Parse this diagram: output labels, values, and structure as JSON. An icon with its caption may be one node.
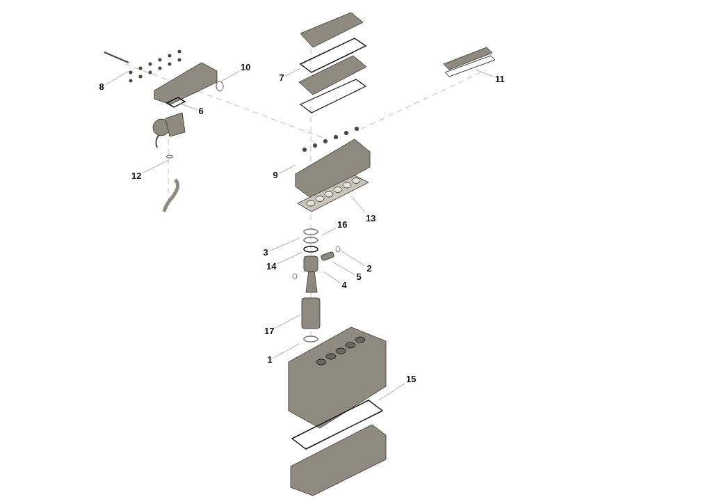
{
  "diagram": {
    "nodes": [
      {
        "text": [
          "10"
        ]
      },
      {
        "text": [
          "7"
        ]
      },
      {
        "text": [
          "11"
        ]
      },
      {
        "text": [
          "8"
        ]
      },
      {
        "text": [
          "6"
        ]
      },
      {
        "text": [
          "9"
        ]
      },
      {
        "text": [
          "12"
        ]
      },
      {
        "text": [
          "13"
        ]
      },
      {
        "text": [
          "16"
        ]
      },
      {
        "text": [
          "3"
        ]
      },
      {
        "text": [
          "14"
        ]
      },
      {
        "text": [
          "2"
        ]
      },
      {
        "text": [
          "5"
        ]
      },
      {
        "text": [
          "4"
        ]
      },
      {
        "text": [
          "17"
        ]
      },
      {
        "text": [
          "1"
        ]
      },
      {
        "text": [
          "15"
        ]
      }
    ],
    "edges": [
      {
        "from": 0,
        "to": null,
        "arrow": "none"
      },
      {
        "from": 1,
        "to": null,
        "arrow": "none"
      },
      {
        "from": 2,
        "to": null,
        "arrow": "none"
      },
      {
        "from": 3,
        "to": null,
        "arrow": "none"
      },
      {
        "from": 4,
        "to": null,
        "arrow": "none"
      },
      {
        "from": 5,
        "to": null,
        "arrow": "none"
      },
      {
        "from": 6,
        "to": null,
        "arrow": "none"
      },
      {
        "from": 7,
        "to": null,
        "arrow": "none"
      },
      {
        "from": 8,
        "to": null,
        "arrow": "none"
      },
      {
        "from": 9,
        "to": null,
        "arrow": "none"
      },
      {
        "from": 10,
        "to": null,
        "arrow": "none"
      },
      {
        "from": 11,
        "to": null,
        "arrow": "none"
      },
      {
        "from": 12,
        "to": null,
        "arrow": "none"
      },
      {
        "from": 13,
        "to": null,
        "arrow": "none"
      },
      {
        "from": 14,
        "to": null,
        "arrow": "none"
      },
      {
        "from": 15,
        "to": null,
        "arrow": "none"
      },
      {
        "from": 16,
        "to": null,
        "arrow": "none"
      }
    ]
  }
}
